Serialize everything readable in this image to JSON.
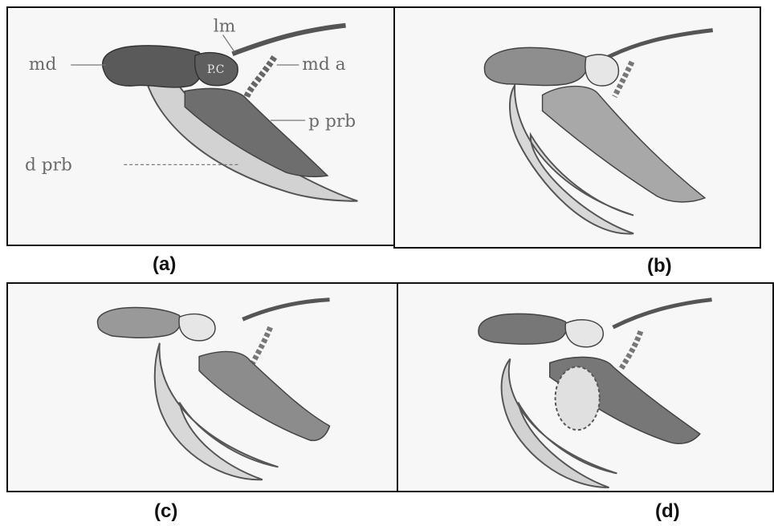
{
  "panels": [
    {
      "caption": "(a)"
    },
    {
      "caption": "(b)"
    },
    {
      "caption": "(c)"
    },
    {
      "caption": "(d)"
    }
  ],
  "labels": {
    "lm": "lm",
    "md": "md",
    "mda": "md a",
    "pc": "P.C",
    "pprb": "p prb",
    "dprb": "d prb"
  }
}
